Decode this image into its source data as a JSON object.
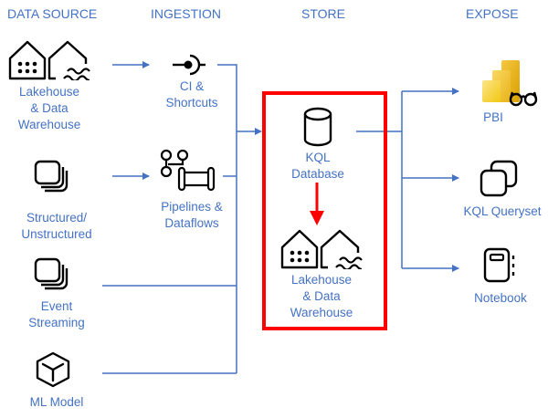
{
  "title": "Data flow architecture",
  "colors": {
    "accent_blue": "#4472C4",
    "highlight_red": "#FF0000",
    "icon_black": "#000000",
    "pbi_gold": "#F2C811"
  },
  "columns": {
    "data_source": "DATA SOURCE",
    "ingestion": "INGESTION",
    "store": "STORE",
    "expose": "EXPOSE"
  },
  "data_source": [
    {
      "id": "lakehouse-dw-source",
      "icon": "lakehouse-warehouse-icon",
      "label": "Lakehouse\n& Data\nWarehouse"
    },
    {
      "id": "structured-unstructured",
      "icon": "stacked-layers-icon",
      "label": "Structured/\nUnstructured"
    },
    {
      "id": "event-streaming",
      "icon": "stacked-layers-icon",
      "label": "Event\nStreaming"
    },
    {
      "id": "ml-model",
      "icon": "cube-icon",
      "label": "ML Model"
    }
  ],
  "ingestion": [
    {
      "id": "ci-shortcuts",
      "icon": "shortcut-connector-icon",
      "label": "CI &\nShortcuts"
    },
    {
      "id": "pipelines-dataflows",
      "icon": "pipeline-icon",
      "label": "Pipelines &\nDataflows"
    }
  ],
  "store": [
    {
      "id": "kql-database",
      "icon": "database-cylinder-icon",
      "label": "KQL\nDatabase"
    },
    {
      "id": "lakehouse-dw-store",
      "icon": "lakehouse-warehouse-icon",
      "label": "Lakehouse\n& Data\nWarehouse"
    }
  ],
  "expose": [
    {
      "id": "pbi",
      "icon": "power-bi-icon",
      "label": "PBI"
    },
    {
      "id": "kql-queryset",
      "icon": "queryset-icon",
      "label": "KQL Queryset"
    },
    {
      "id": "notebook",
      "icon": "notebook-icon",
      "label": "Notebook"
    }
  ],
  "highlight": {
    "label": "store-highlight-box",
    "note": "KQL Database flows into Lakehouse & Data Warehouse"
  }
}
